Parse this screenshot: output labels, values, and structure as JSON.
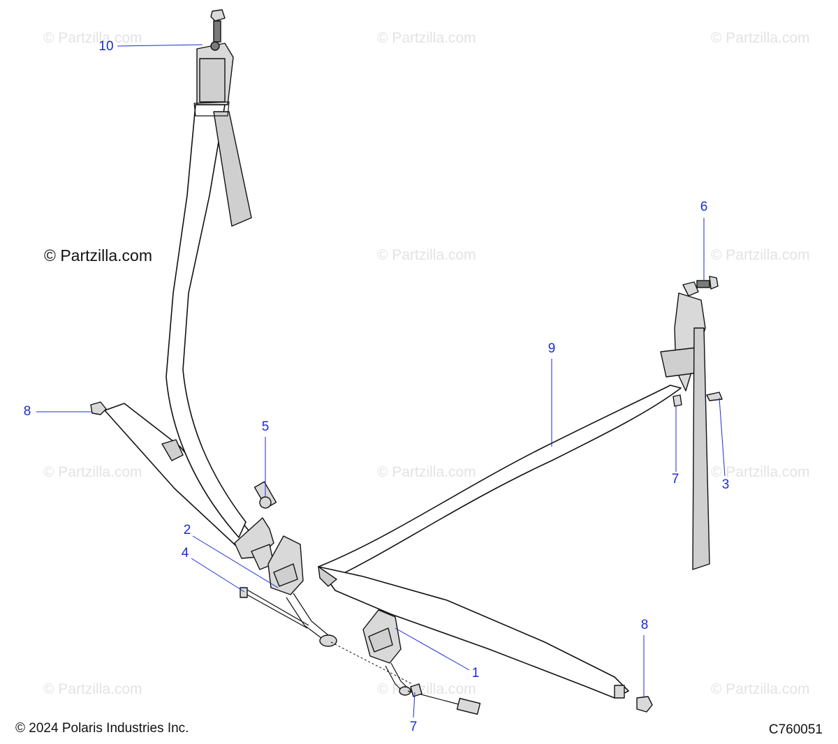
{
  "watermark_text": "© Partzilla.com",
  "main_watermark": "© Partzilla.com",
  "copyright": "© 2024 Polaris Industries Inc.",
  "diagram_code": "C760051",
  "callouts": {
    "c1": "1",
    "c2": "2",
    "c3": "3",
    "c4": "4",
    "c5": "5",
    "c6": "6",
    "c7a": "7",
    "c7b": "7",
    "c8a": "8",
    "c8b": "8",
    "c9": "9",
    "c10": "10"
  }
}
